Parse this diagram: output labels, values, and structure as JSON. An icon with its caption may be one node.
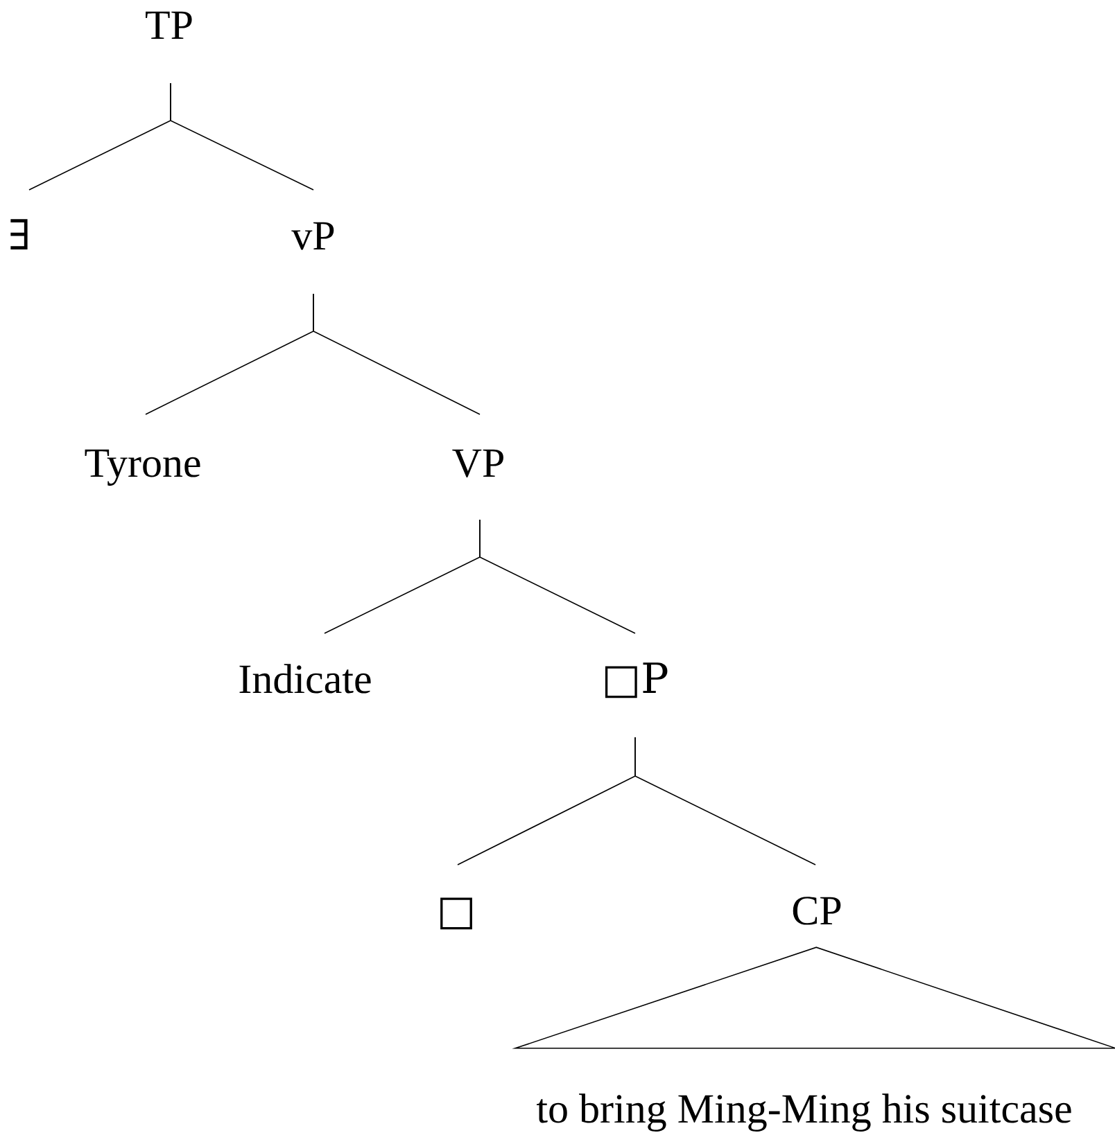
{
  "diagram": {
    "nodes": [
      {
        "text": [
          "TP"
        ]
      },
      {
        "text": [
          "∃"
        ]
      },
      {
        "text": [
          "vP"
        ]
      },
      {
        "text": [
          "Tyrone"
        ]
      },
      {
        "text": [
          "VP"
        ]
      },
      {
        "text": [
          "Indicate"
        ]
      },
      {
        "text": [
          "□P"
        ]
      },
      {
        "text": [
          "□"
        ]
      },
      {
        "text": [
          "CP"
        ]
      },
      {
        "text": [],
        "shape": "triangle"
      },
      {
        "text": [
          "to bring Ming-Ming his suitcase"
        ]
      }
    ],
    "edges": [
      {
        "from": 0,
        "to": 1,
        "arrow": "none"
      },
      {
        "from": 0,
        "to": 2,
        "arrow": "none"
      },
      {
        "from": 2,
        "to": 3,
        "arrow": "none"
      },
      {
        "from": 2,
        "to": 4,
        "arrow": "none"
      },
      {
        "from": 4,
        "to": 5,
        "arrow": "none"
      },
      {
        "from": 4,
        "to": 6,
        "arrow": "none"
      },
      {
        "from": 6,
        "to": 7,
        "arrow": "none"
      },
      {
        "from": 6,
        "to": 8,
        "arrow": "none"
      }
    ]
  }
}
